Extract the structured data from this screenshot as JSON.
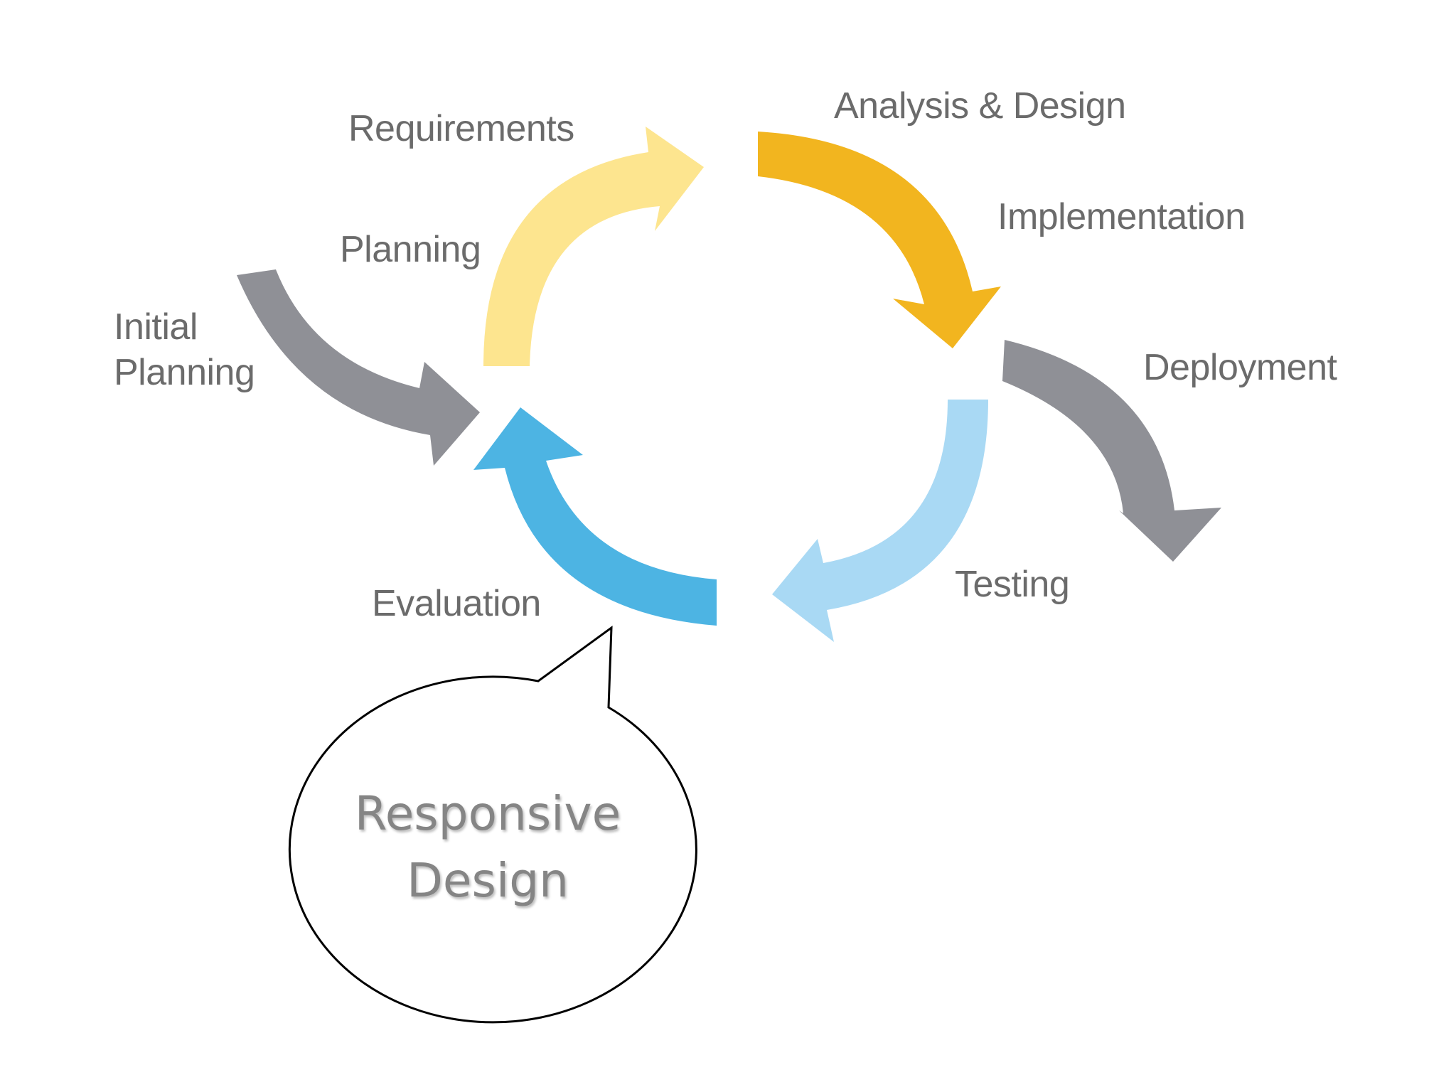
{
  "stages": {
    "requirements": "Requirements",
    "analysis_design": "Analysis & Design",
    "implementation": "Implementation",
    "planning": "Planning",
    "initial_planning_line1": "Initial",
    "initial_planning_line2": "Planning",
    "deployment": "Deployment",
    "testing": "Testing",
    "evaluation": "Evaluation"
  },
  "callout": {
    "line1": "Responsive",
    "line2": "Design"
  },
  "colors": {
    "pale_yellow": "#fde58f",
    "gold": "#f2b51f",
    "gray": "#8f9096",
    "light_blue": "#a9d9f4",
    "blue": "#4db4e3",
    "label_text": "#6b6b6b",
    "callout_text": "#858585"
  }
}
